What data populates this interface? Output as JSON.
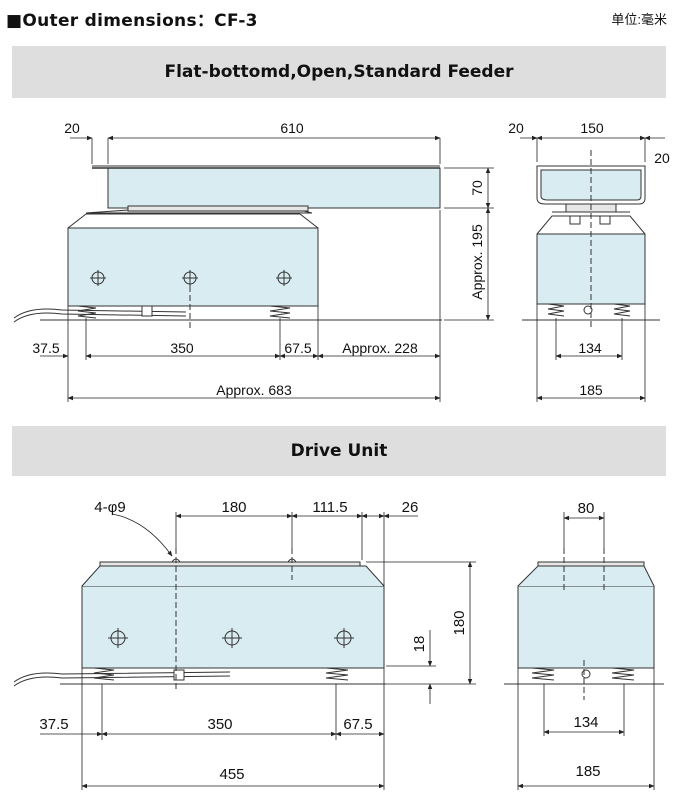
{
  "header": {
    "title": "■Outer dimensions：CF-3",
    "unit": "单位:毫米"
  },
  "sections": {
    "feeder": {
      "title": "Flat-bottomd,Open,Standard Feeder"
    },
    "drive": {
      "title": "Drive Unit"
    }
  },
  "feeder_front": {
    "dim_top_offset": "20",
    "dim_length": "610",
    "dim_bowl_height": "70",
    "dim_height": "Approx. 195",
    "dim_left": "37.5",
    "dim_spring_pitch": "350",
    "dim_right": "67.5",
    "dim_overhang": "Approx. 228",
    "dim_total": "Approx. 683"
  },
  "feeder_side": {
    "dim_left": "20",
    "dim_width": "150",
    "dim_right": "20",
    "dim_spring_pitch": "134",
    "dim_total": "185"
  },
  "drive_front": {
    "hole_label": "4-φ9",
    "dim_hole_pitch": "180",
    "dim_hole_to_edge": "111.5",
    "dim_edge": "26",
    "dim_height": "180",
    "dim_spring_height": "18",
    "dim_left": "37.5",
    "dim_spring_pitch": "350",
    "dim_right": "67.5",
    "dim_total": "455"
  },
  "drive_side": {
    "dim_hole_pitch": "80",
    "dim_spring_pitch": "134",
    "dim_total": "185"
  },
  "colors": {
    "body_fill": "#d8ecf1",
    "band_fill": "#dedede",
    "line": "#333333"
  }
}
